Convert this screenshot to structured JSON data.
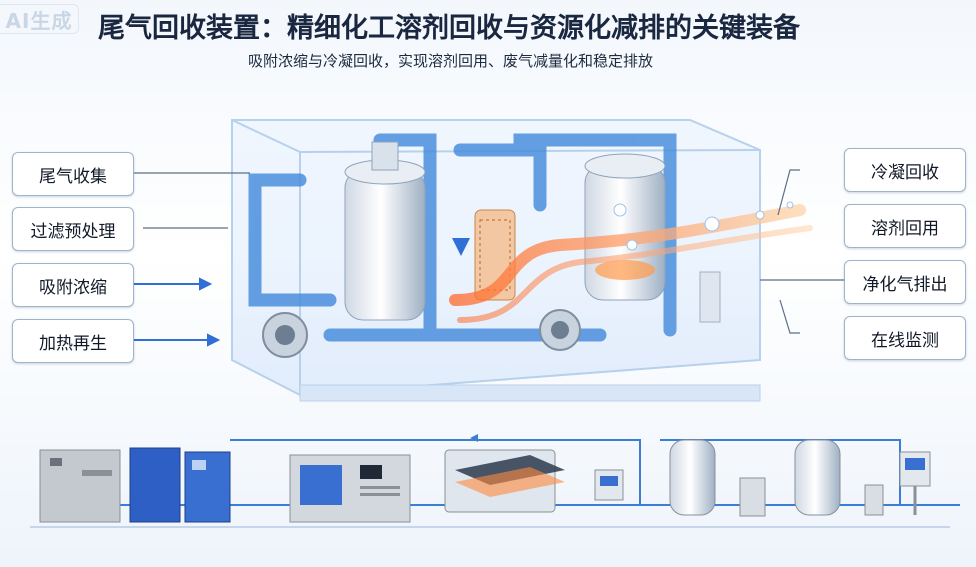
{
  "badge": "AI生成",
  "title": "尾气回收装置：精细化工溶剂回收与资源化减排的关键装备",
  "subtitle": "吸附浓缩与冷凝回收，实现溶剂回用、废气减量化和稳定排放",
  "left_labels": [
    "尾气收集",
    "过滤预处理",
    "吸附浓缩",
    "加热再生"
  ],
  "right_labels": [
    "冷凝回收",
    "溶剂回用",
    "净化气排出",
    "在线监测"
  ],
  "colors": {
    "pipe_blue": "#4a8fdc",
    "heat_orange": "#ff8a3c",
    "frame": "#b7d0ec",
    "accent_blue": "#2f6fd6"
  }
}
